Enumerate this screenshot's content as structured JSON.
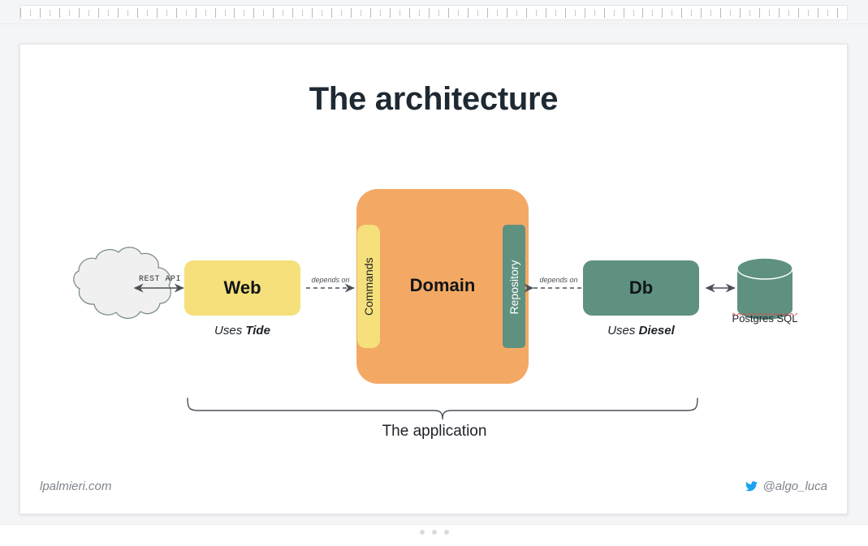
{
  "ruler": {
    "tick_count": 85
  },
  "slide": {
    "title": "The architecture",
    "footer_left": "lpalmieri.com",
    "footer_handle": "@algo_luca",
    "twitter_icon": "twitter-bird-icon"
  },
  "diagram": {
    "nodes": [
      {
        "id": "internet-cloud",
        "label": "",
        "icon": "cloud-icon",
        "shape": "cloud",
        "fill": "#f0f0f0",
        "stroke": "#7e8f88"
      },
      {
        "id": "web",
        "label": "Web",
        "shape": "rounded-rect",
        "fill": "#f5e07b",
        "caption_prefix": "Uses ",
        "caption_strong": "Tide"
      },
      {
        "id": "domain",
        "label": "Domain",
        "shape": "rounded-rect",
        "fill": "#f3a964"
      },
      {
        "id": "commands-port",
        "label": "Commands",
        "shape": "rounded-rect",
        "fill": "#f5e07b",
        "orientation": "vertical"
      },
      {
        "id": "repository-port",
        "label": "Repository",
        "shape": "rounded-rect",
        "fill": "#5f9181",
        "orientation": "vertical"
      },
      {
        "id": "db",
        "label": "Db",
        "shape": "rounded-rect",
        "fill": "#5f9181",
        "caption_prefix": "Uses ",
        "caption_strong": "Diesel"
      },
      {
        "id": "postgres",
        "label": "Postgres SQL",
        "shape": "cylinder",
        "fill": "#5f9181",
        "spellcheck_underline": true
      }
    ],
    "edges": [
      {
        "id": "cloud-web",
        "label": "REST API",
        "style": "solid",
        "arrows": "both",
        "label_font": "mono"
      },
      {
        "id": "web-commands",
        "label": "depends on",
        "style": "dashed",
        "arrows": "right"
      },
      {
        "id": "db-repository",
        "label": "depends on",
        "style": "dashed",
        "arrows": "left"
      },
      {
        "id": "db-postgres",
        "label": "",
        "style": "solid",
        "arrows": "both"
      }
    ],
    "brace_label": "The application"
  },
  "colors": {
    "yellow": "#f5e07b",
    "orange": "#f3a964",
    "teal": "#5f9181",
    "cloud_fill": "#f0f0f0",
    "cloud_stroke": "#7e8f88",
    "text_dark": "#1d2127",
    "twitter_blue": "#1da1f2",
    "page_bg": "#f4f5f7"
  },
  "pager": {
    "dots": 3
  }
}
